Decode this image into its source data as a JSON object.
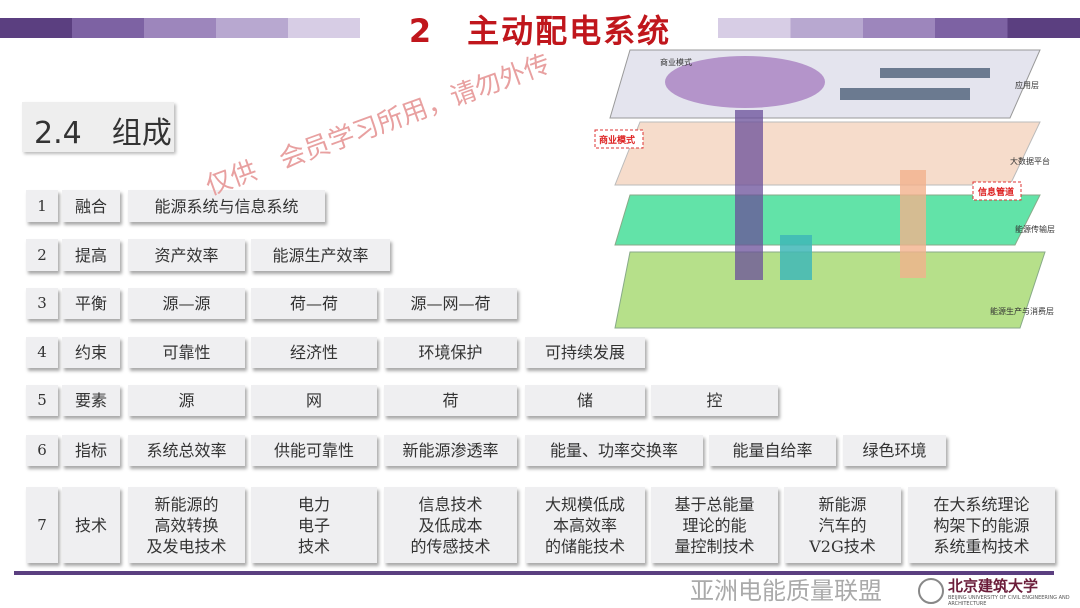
{
  "header": {
    "title": "2　主动配电系统",
    "colors": [
      "#5b3f80",
      "#7d62a3",
      "#9d86bc",
      "#b8a8d0",
      "#d7cde5"
    ]
  },
  "section_title": "2.4　组成",
  "rows": [
    {
      "num": "1",
      "label": "融合",
      "cells": [
        "能源系统与信息系统"
      ]
    },
    {
      "num": "2",
      "label": "提高",
      "cells": [
        "资产效率",
        "能源生产效率"
      ]
    },
    {
      "num": "3",
      "label": "平衡",
      "cells": [
        "源—源",
        "荷—荷",
        "源—网—荷"
      ]
    },
    {
      "num": "4",
      "label": "约束",
      "cells": [
        "可靠性",
        "经济性",
        "环境保护",
        "可持续发展"
      ]
    },
    {
      "num": "5",
      "label": "要素",
      "cells": [
        "源",
        "网",
        "荷",
        "储",
        "控"
      ]
    },
    {
      "num": "6",
      "label": "指标",
      "cells": [
        "系统总效率",
        "供能可靠性",
        "新能源渗透率",
        "能量、功率交换率",
        "能量自给率",
        "绿色环境"
      ]
    },
    {
      "num": "7",
      "label": "技术",
      "cells": [
        "新能源的\n高效转换\n及发电技术",
        "电力\n电子\n技术",
        "信息技术\n及低成本\n的传感技术",
        "大规模低成\n本高效率\n的储能技术",
        "基于总能量\n理论的能\n量控制技术",
        "新能源\n汽车的\nV2G技术",
        "在大系统理论\n构架下的能源\n系统重构技术"
      ]
    }
  ],
  "diagram": {
    "layers": [
      "应用层",
      "大数据平台",
      "能源传输层",
      "能源生产与消费层"
    ],
    "callouts": [
      "商业模式",
      "信息管道"
    ],
    "top_label": "商业模式"
  },
  "watermark": {
    "diagonal": "仅供　会员学习所用，请勿外传",
    "wechat": "亚洲电能质量联盟"
  },
  "footer": {
    "university": "北京建筑大学",
    "university_en": "BEIJING UNIVERSITY OF CIVIL ENGINEERING AND ARCHITECTURE"
  }
}
